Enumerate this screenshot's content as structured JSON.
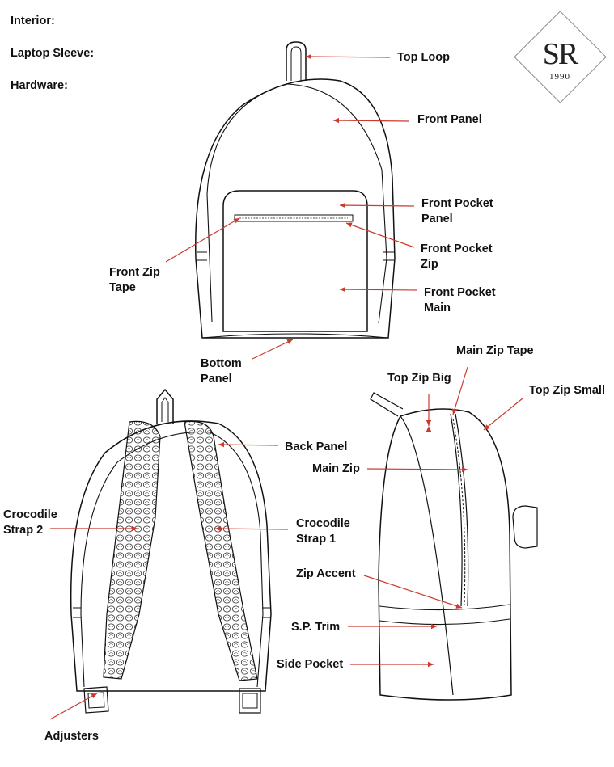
{
  "fields": {
    "interior": "Interior:",
    "laptop_sleeve": "Laptop Sleeve:",
    "hardware": "Hardware:"
  },
  "logo": {
    "main": "SR",
    "sub": "1990"
  },
  "labels": {
    "top_loop": "Top Loop",
    "front_panel": "Front Panel",
    "front_pocket_panel": "Front Pocket Panel",
    "front_pocket_zip": "Front Pocket Zip",
    "front_zip_tape": "Front Zip Tape",
    "front_pocket_main": "Front Pocket Main",
    "bottom_panel": "Bottom Panel",
    "main_zip_tape": "Main Zip Tape",
    "top_zip_big": "Top Zip Big",
    "top_zip_small": "Top Zip Small",
    "back_panel": "Back Panel",
    "main_zip": "Main Zip",
    "crocodile_strap_2": "Crocodile Strap 2",
    "crocodile_strap_1": "Crocodile Strap 1",
    "zip_accent": "Zip Accent",
    "sp_trim": "S.P. Trim",
    "side_pocket": "Side Pocket",
    "adjusters": "Adjusters"
  },
  "colors": {
    "arrow": "#cc3a2e",
    "line": "#111111"
  }
}
